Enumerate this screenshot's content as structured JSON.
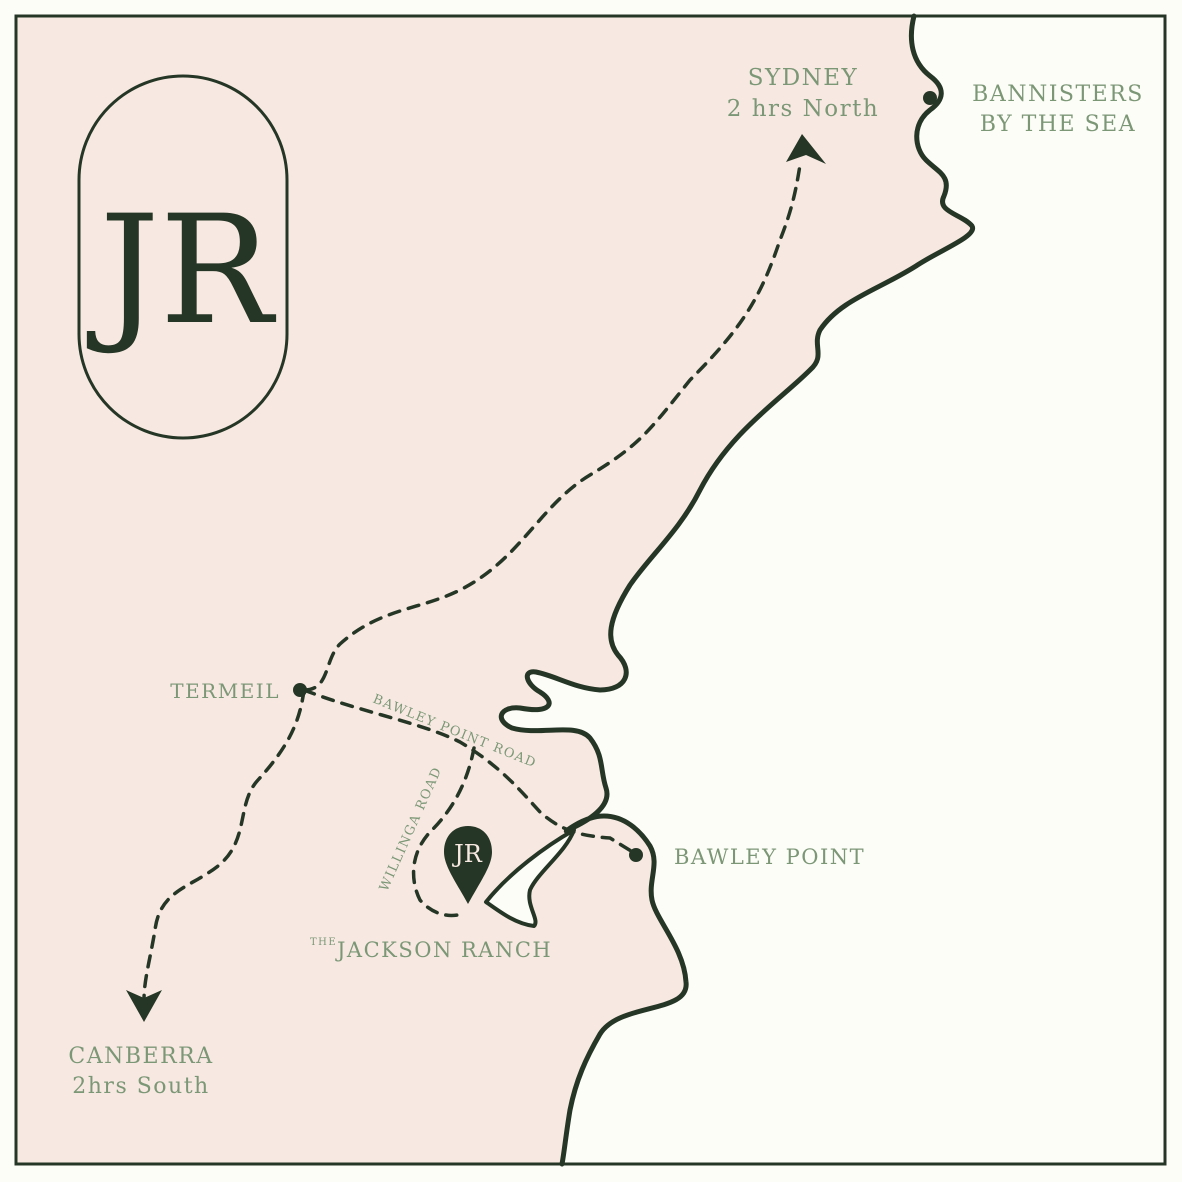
{
  "colors": {
    "land": "#f7e9e2",
    "sea": "#fdfdf8",
    "ink": "#263626",
    "label": "#7c9776"
  },
  "logo": {
    "text": "JR",
    "icon": "jr-monogram-badge"
  },
  "places": {
    "sydney": {
      "line1": "SYDNEY",
      "line2": "2 hrs North"
    },
    "bannisters": {
      "line1": "BANNISTERS",
      "line2": "BY THE SEA"
    },
    "termeil": {
      "label": "TERMEIL"
    },
    "bawley_point": {
      "label": "BAWLEY POINT"
    },
    "jackson_ranch": {
      "prefix": "THE",
      "label": "JACKSON RANCH",
      "pin_text": "JR"
    },
    "canberra": {
      "line1": "CANBERRA",
      "line2": "2hrs South"
    }
  },
  "roads": {
    "bawley_point_road": "BAWLEY POINT ROAD",
    "willinga_road": "WILLINGA ROAD"
  }
}
